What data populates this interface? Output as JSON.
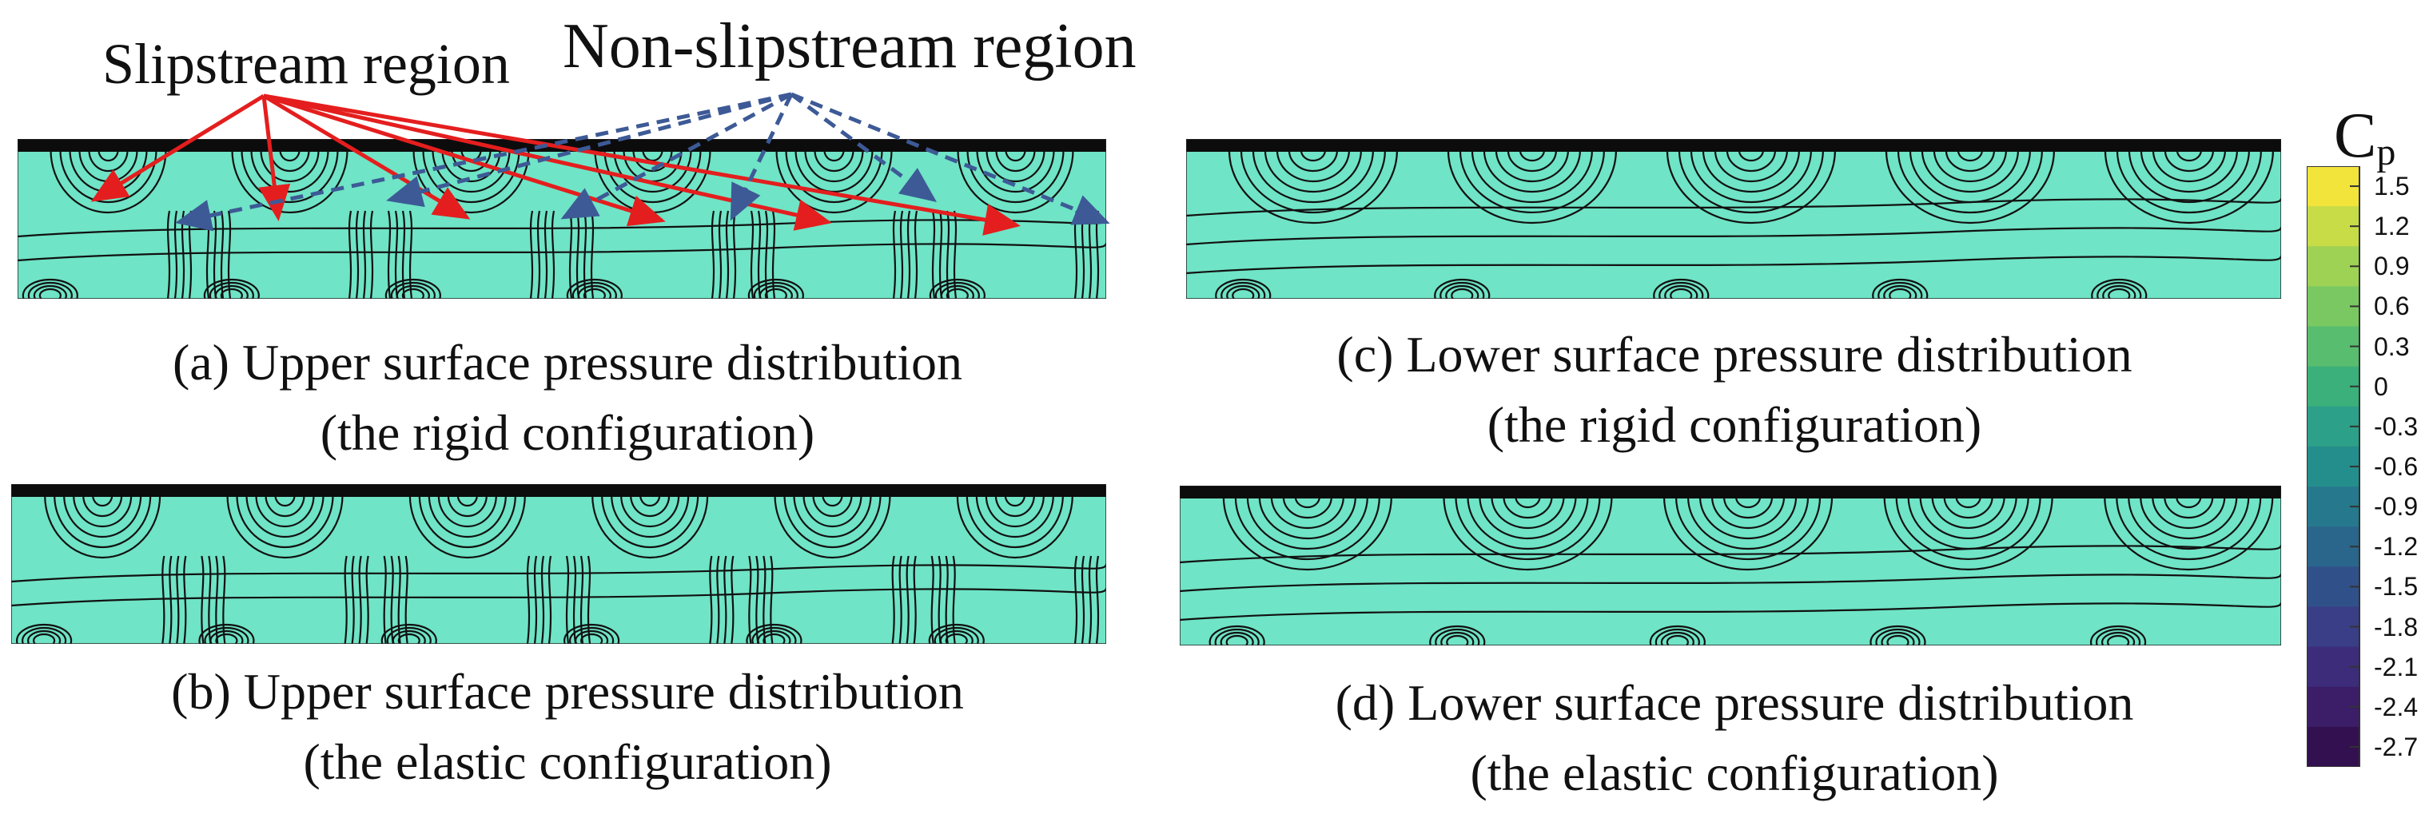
{
  "annotations": {
    "slipstream": "Slipstream region",
    "non_slipstream": "Non-slipstream region"
  },
  "panels": [
    {
      "id": "a",
      "caption_line1": "(a) Upper surface pressure distribution",
      "caption_line2": "(the rigid configuration)"
    },
    {
      "id": "b",
      "caption_line1": "(b) Upper surface pressure distribution",
      "caption_line2": "(the elastic configuration)"
    },
    {
      "id": "c",
      "caption_line1": "(c) Lower surface pressure distribution",
      "caption_line2": "(the rigid configuration)"
    },
    {
      "id": "d",
      "caption_line1": "(d) Lower surface pressure distribution",
      "caption_line2": "(the elastic configuration)"
    }
  ],
  "colorbar": {
    "title": "C",
    "title_sub": "p",
    "labels": [
      "1.5",
      "1.2",
      "0.9",
      "0.6",
      "0.3",
      "0",
      "-0.3",
      "-0.6",
      "-0.9",
      "-1.2",
      "-1.5",
      "-1.8",
      "-2.1",
      "-2.4",
      "-2.7"
    ],
    "colors": [
      "#f2e43a",
      "#c8dc48",
      "#9ed254",
      "#7ac862",
      "#58bd6e",
      "#3cb07a",
      "#2ca088",
      "#248e8c",
      "#26798c",
      "#2a658c",
      "#30508a",
      "#393e86",
      "#3d2c7a",
      "#3b1d68",
      "#33104f"
    ]
  },
  "colors": {
    "surface": "#6fe4c6",
    "slipstream_arrow": "#e41e1e",
    "non_slipstream_arrow": "#3d5a96",
    "contour": "#111111"
  }
}
